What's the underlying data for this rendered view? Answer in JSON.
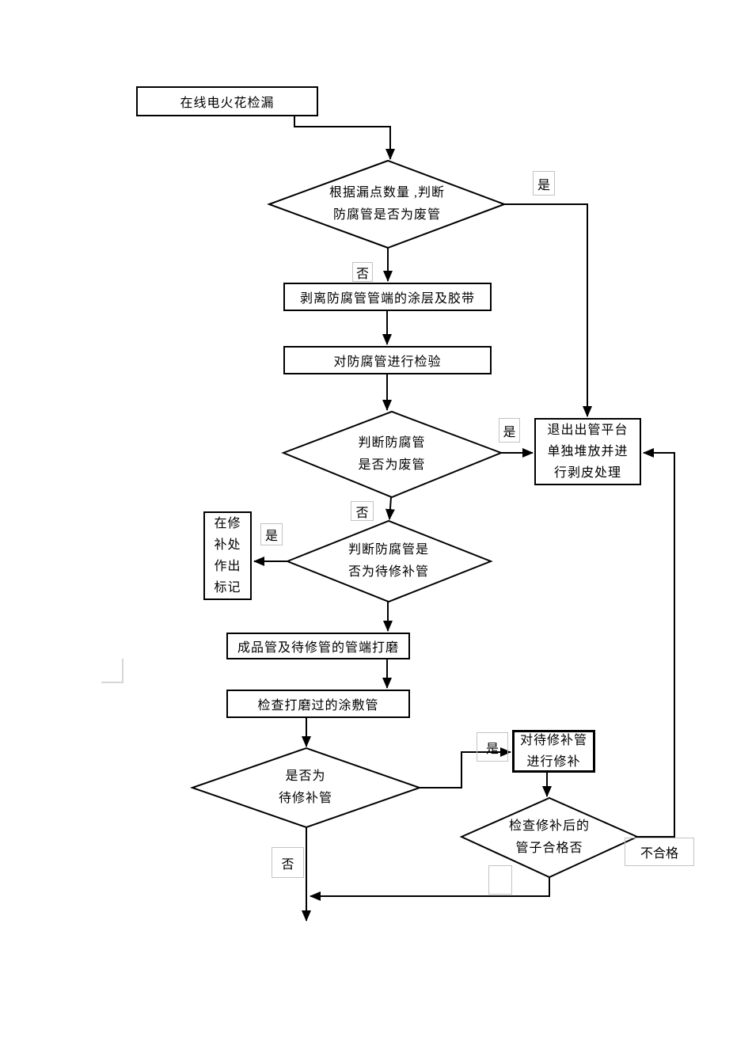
{
  "flowchart": {
    "start": {
      "text": "在线电火花检漏"
    },
    "decisions": {
      "leak_count": {
        "lines": [
          "根据漏点数量 ,判断",
          "防腐管是否为废管"
        ]
      },
      "is_waste": {
        "lines": [
          "判断防腐管",
          "是否为废管"
        ]
      },
      "needs_repair": {
        "lines": [
          "判断防腐管是",
          "否为待修补管"
        ]
      },
      "is_repair_pipe": {
        "lines": [
          "是否为",
          "待修补管"
        ]
      },
      "repair_ok": {
        "lines": [
          "检查修补后的",
          "管子合格否"
        ]
      }
    },
    "processes": {
      "strip": {
        "text": "剥离防腐管管端的涂层及胶带"
      },
      "inspect": {
        "text": "对防腐管进行检验"
      },
      "exit_platform": {
        "lines": [
          "退出出管平台",
          "单独堆放并进",
          "行剥皮处理"
        ]
      },
      "mark": {
        "lines": [
          "在修",
          "补处",
          "作出",
          "标记"
        ]
      },
      "grind": {
        "text": "成品管及待修管的管端打磨"
      },
      "check_grind": {
        "text": "检查打磨过的涂敷管"
      },
      "repair": {
        "lines": [
          "对待修补管",
          "进行修补"
        ]
      }
    },
    "labels": {
      "yes1": "是",
      "no1": "否",
      "yes2": "是",
      "no2": "否",
      "yes3": "是",
      "yes4": "是",
      "no3": "否",
      "not_qualified": "不合格",
      "empty": ""
    }
  },
  "colors": {
    "line": "#000000",
    "label_border": "#c3c3c3"
  }
}
